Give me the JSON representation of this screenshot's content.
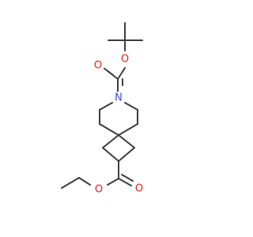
{
  "structure": {
    "atoms": [
      {
        "symbol": "O",
        "color": "#e8211f"
      },
      {
        "symbol": "O",
        "color": "#e8211f"
      },
      {
        "symbol": "N",
        "color": "#3a4ed8"
      },
      {
        "symbol": "O",
        "color": "#e8211f"
      },
      {
        "symbol": "O",
        "color": "#e8211f"
      }
    ],
    "bond_color": "#3c3c3c"
  }
}
